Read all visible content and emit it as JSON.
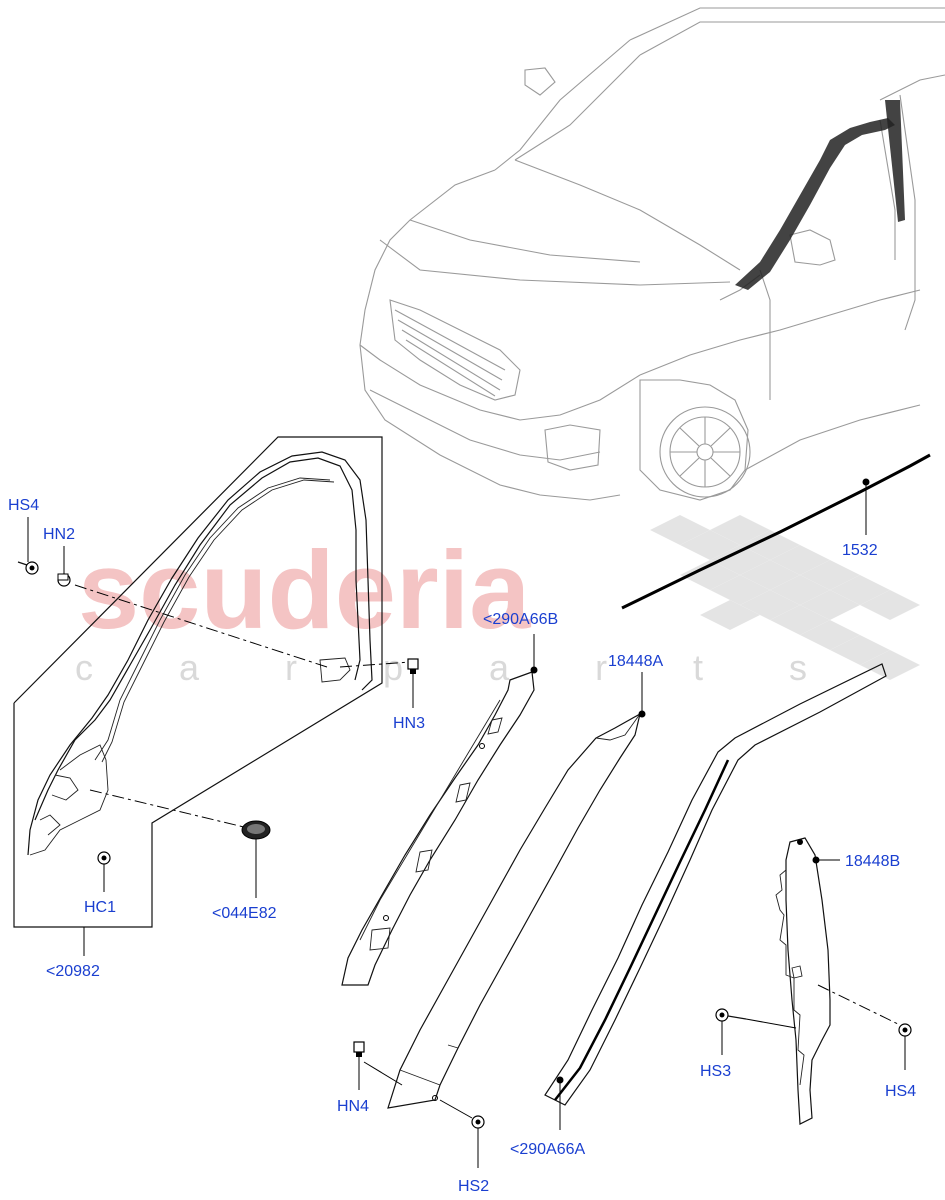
{
  "watermark": {
    "brand": "scuderia",
    "sub": "c a r   p a r t s"
  },
  "labels": {
    "hs4_left": "HS4",
    "hn2": "HN2",
    "hn3": "HN3",
    "hc1": "HC1",
    "p044e82": "<044E82",
    "p20982": "<20982",
    "p290a66b": "<290A66B",
    "p18448a": "18448A",
    "p1532": "1532",
    "p18448b": "18448B",
    "hs3": "HS3",
    "hs4_right": "HS4",
    "hn4": "HN4",
    "p290a66a": "<290A66A",
    "hs2": "HS2"
  },
  "colors": {
    "label": "#1a3fd0",
    "watermark_red": "#f4c4c4",
    "watermark_check": "#d9d9d9"
  }
}
